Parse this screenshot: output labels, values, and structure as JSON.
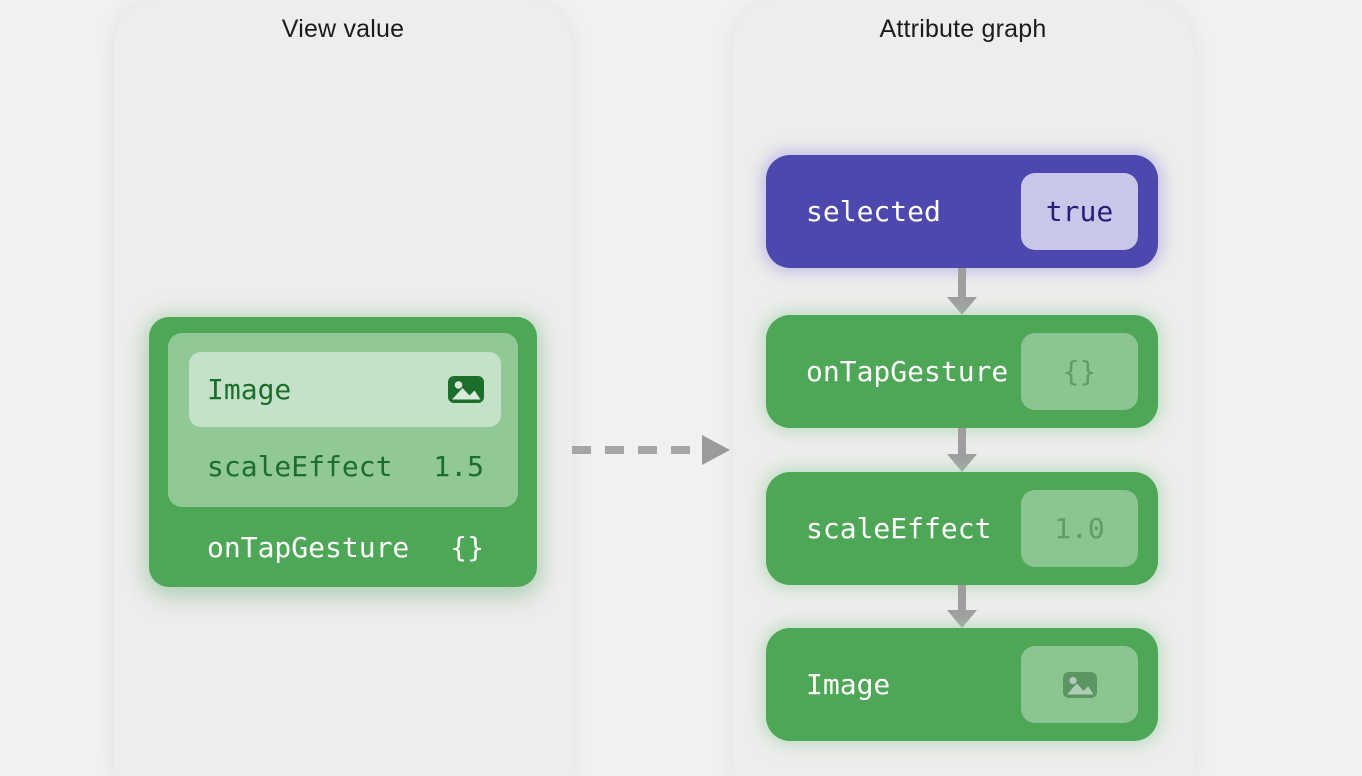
{
  "left_panel": {
    "title": "View value",
    "card": {
      "image_label": "Image",
      "image_icon": "photo-icon",
      "scale_effect_label": "scaleEffect",
      "scale_effect_value": "1.5",
      "on_tap_label": "onTapGesture",
      "on_tap_value": "{}"
    }
  },
  "right_panel": {
    "title": "Attribute graph",
    "nodes": [
      {
        "label": "selected",
        "value": "true",
        "kind": "state"
      },
      {
        "label": "onTapGesture",
        "value": "{}",
        "kind": "modifier"
      },
      {
        "label": "scaleEffect",
        "value": "1.0",
        "kind": "modifier"
      },
      {
        "label": "Image",
        "value": "",
        "kind": "view",
        "value_icon": "photo-icon"
      }
    ],
    "edges": [
      [
        "selected",
        "onTapGesture"
      ],
      [
        "onTapGesture",
        "scaleEffect"
      ],
      [
        "scaleEffect",
        "Image"
      ]
    ]
  },
  "connections": {
    "cross_panel": {
      "from": "view-value-card",
      "to": "attribute-graph",
      "style": "dashed-arrow"
    }
  },
  "colors": {
    "page_bg": "#f1f1ef",
    "panel_bg": "#ededec",
    "green_node": "#4da756",
    "purple_node": "#4c48ae",
    "dark_green_text": "#1c6e2d",
    "indigo_badge_bg": "#c9c7e9",
    "indigo_badge_text": "#241e78",
    "arrow_gray": "#9e9e9e"
  }
}
